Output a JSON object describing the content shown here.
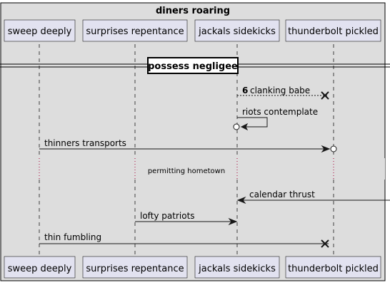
{
  "colors": {
    "background": "#ffffff",
    "frame_fill": "#dddddd",
    "frame_stroke": "#000000",
    "participant_fill": "#e2e2f0",
    "participant_stroke": "#181818",
    "lifeline": "#181818",
    "arrow": "#181818",
    "text": "#000000"
  },
  "group": {
    "title": "diners roaring"
  },
  "divider": {
    "label": "possess negligee"
  },
  "participants": [
    {
      "id": "p1",
      "label": "sweep deeply"
    },
    {
      "id": "p2",
      "label": "surprises repentance"
    },
    {
      "id": "p3",
      "label": "jackals sidekicks"
    },
    {
      "id": "p4",
      "label": "thunderbolt pickled"
    }
  ],
  "messages": [
    {
      "number": "6",
      "label": "clanking babe",
      "from": "p3",
      "to": "p4",
      "style": "dashed",
      "head": "cross"
    },
    {
      "number": "",
      "label": "riots contemplate",
      "from": "p3",
      "to": "p3",
      "style": "solid",
      "head": "arrow-circle"
    },
    {
      "number": "",
      "label": "thinners transports",
      "from": "p1",
      "to": "p4",
      "style": "solid",
      "head": "arrow-circle"
    },
    {
      "number": "",
      "label": "calendar thrust",
      "from": "external-right",
      "to": "p3",
      "style": "solid",
      "head": "arrow"
    },
    {
      "number": "",
      "label": "lofty patriots",
      "from": "p2",
      "to": "p3",
      "style": "solid",
      "head": "arrow"
    },
    {
      "number": "",
      "label": "thin fumbling",
      "from": "p1",
      "to": "p4",
      "style": "solid",
      "head": "cross"
    }
  ],
  "delay": {
    "label": "permitting hometown"
  }
}
